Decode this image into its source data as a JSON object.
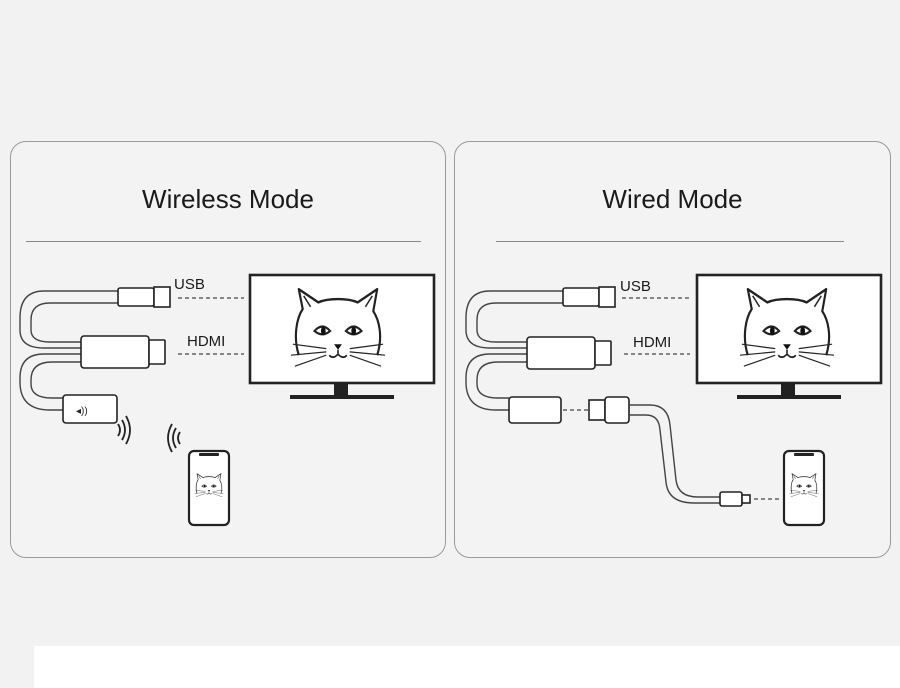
{
  "panels": {
    "wireless": {
      "title": "Wireless Mode",
      "usb_label": "USB",
      "hdmi_label": "HDMI"
    },
    "wired": {
      "title": "Wired Mode",
      "usb_label": "USB",
      "hdmi_label": "HDMI"
    }
  },
  "colors": {
    "background": "#f2f2f2",
    "panel_border": "#9a9a9a",
    "line": "#333333",
    "screen_fill": "#ffffff"
  }
}
